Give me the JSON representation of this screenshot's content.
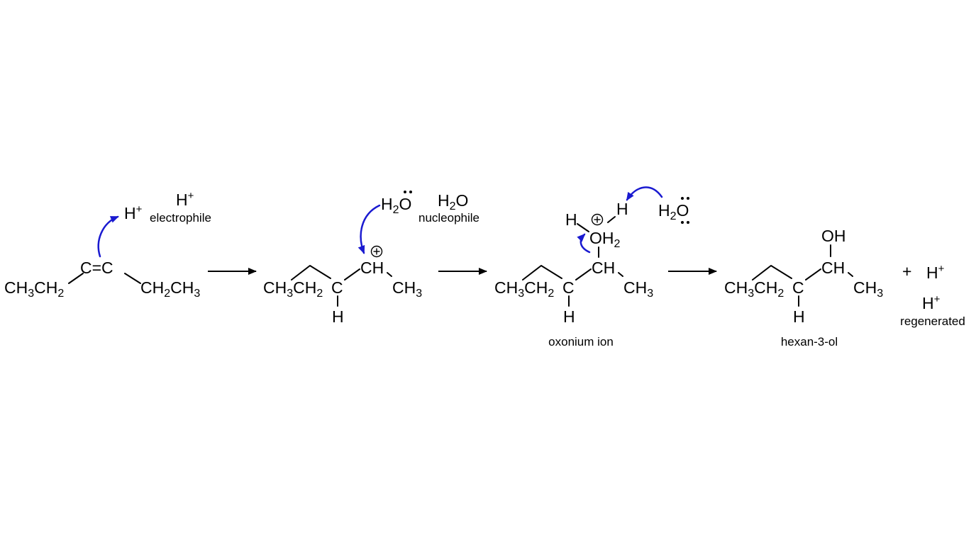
{
  "colors": {
    "curly_arrow": "#1a1ad0",
    "ink": "#000000",
    "background": "#ffffff"
  },
  "step1": {
    "hplus_reagent": {
      "symbol": "H",
      "charge": "+"
    },
    "hplus_attack": {
      "symbol": "H",
      "charge": "+"
    },
    "electrophile_label": "electrophile",
    "left_group": {
      "a": "CH",
      "a_sub": "3",
      "b": "CH",
      "b_sub": "2"
    },
    "alkene": "C=C",
    "right_group": {
      "a": "CH",
      "a_sub": "2",
      "b": "CH",
      "b_sub": "3"
    }
  },
  "step2": {
    "water_attack": {
      "a": "H",
      "a_sub": "2",
      "b": "O"
    },
    "water_reagent": {
      "a": "H",
      "a_sub": "2",
      "b": "O"
    },
    "nucleophile_label": "nucleophile",
    "chain": {
      "a": "CH",
      "a_sub": "3",
      "b": "CH",
      "b_sub": "2"
    },
    "branch_carbon": "C",
    "branch_h": "H",
    "cation_carbon": "CH",
    "methyl": {
      "a": "CH",
      "a_sub": "3"
    }
  },
  "step3": {
    "oxonium_h": "H",
    "oxonium_group": {
      "a": "OH",
      "a_sub": "2"
    },
    "transferred_h": "H",
    "base_water": {
      "a": "H",
      "a_sub": "2",
      "b": "O"
    },
    "chain": {
      "a": "CH",
      "a_sub": "3",
      "b": "CH",
      "b_sub": "2"
    },
    "branch_carbon": "C",
    "branch_h": "H",
    "ch_carbon": "CH",
    "methyl": {
      "a": "CH",
      "a_sub": "3"
    },
    "caption": "oxonium ion"
  },
  "step4": {
    "hydroxyl": "OH",
    "chain": {
      "a": "CH",
      "a_sub": "3",
      "b": "CH",
      "b_sub": "2"
    },
    "branch_carbon": "C",
    "branch_h": "H",
    "ch_carbon": "CH",
    "methyl": {
      "a": "CH",
      "a_sub": "3"
    },
    "caption": "hexan-3-ol",
    "plus": "+",
    "hplus_product": {
      "symbol": "H",
      "charge": "+"
    },
    "hplus_regen": {
      "symbol": "H",
      "charge": "+"
    },
    "regenerated_label": "regenerated"
  }
}
